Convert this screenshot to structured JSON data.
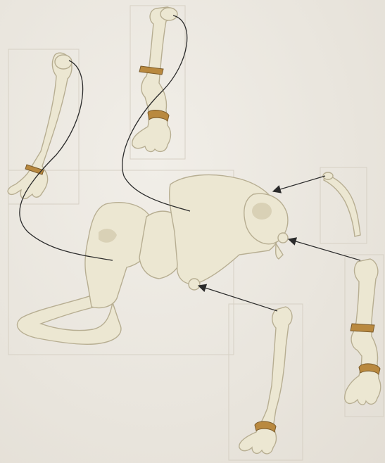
{
  "figure": {
    "background_color": "#ece8e1",
    "bone_color": "#ece7d2",
    "band_color": "#b9893f",
    "line_color": "#2b2b2b",
    "parts": [
      "mammoth-skeleton-body",
      "front-leg-upper-left",
      "front-leg-upper-center",
      "tail",
      "hind-leg-right",
      "front-leg-lower-center"
    ],
    "connectors": [
      "tail-to-body",
      "hind-leg-to-hip",
      "front-leg-to-shoulder",
      "wire-left-leg",
      "wire-center-leg"
    ]
  }
}
